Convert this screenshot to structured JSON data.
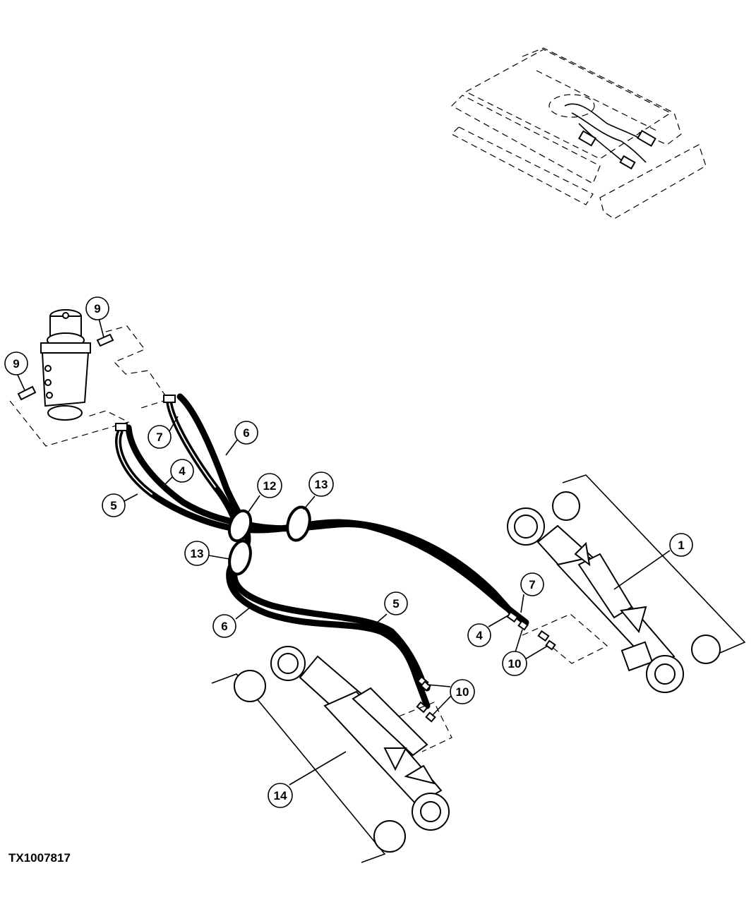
{
  "figure_id": "TX1007817",
  "callouts": [
    {
      "id": "1",
      "label": "1"
    },
    {
      "id": "4a",
      "label": "4"
    },
    {
      "id": "4b",
      "label": "4"
    },
    {
      "id": "5a",
      "label": "5"
    },
    {
      "id": "5b",
      "label": "5"
    },
    {
      "id": "6a",
      "label": "6"
    },
    {
      "id": "6b",
      "label": "6"
    },
    {
      "id": "7a",
      "label": "7"
    },
    {
      "id": "7b",
      "label": "7"
    },
    {
      "id": "9a",
      "label": "9"
    },
    {
      "id": "9b",
      "label": "9"
    },
    {
      "id": "10a",
      "label": "10"
    },
    {
      "id": "10b",
      "label": "10"
    },
    {
      "id": "12",
      "label": "12"
    },
    {
      "id": "13a",
      "label": "13"
    },
    {
      "id": "13b",
      "label": "13"
    },
    {
      "id": "14",
      "label": "14"
    }
  ],
  "icons": {
    "machine_inset": "excavator-undercarriage-inset-icon",
    "swivel": "center-swivel-joint-icon",
    "cylinder": "blade-cylinder-icon"
  }
}
